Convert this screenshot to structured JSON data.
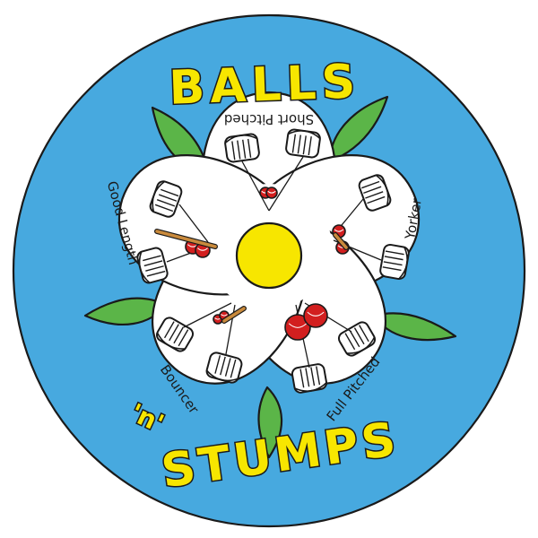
{
  "logo": {
    "title_top": "BALLS",
    "title_join": "'n'",
    "title_bottom": "STUMPS"
  },
  "petal_labels": {
    "short_pitched": "Short Pitched",
    "yorker": "Yorker",
    "full_pitched": "Full Pitched",
    "bouncer": "Bouncer",
    "good_length": "Good Length"
  },
  "colors": {
    "background_disc": "#47a9df",
    "petal": "#ffffff",
    "leaf": "#5bb548",
    "center": "#f7e600",
    "ball": "#d21f1f",
    "bail": "#c98a3c",
    "lettering": "#f7e600"
  }
}
